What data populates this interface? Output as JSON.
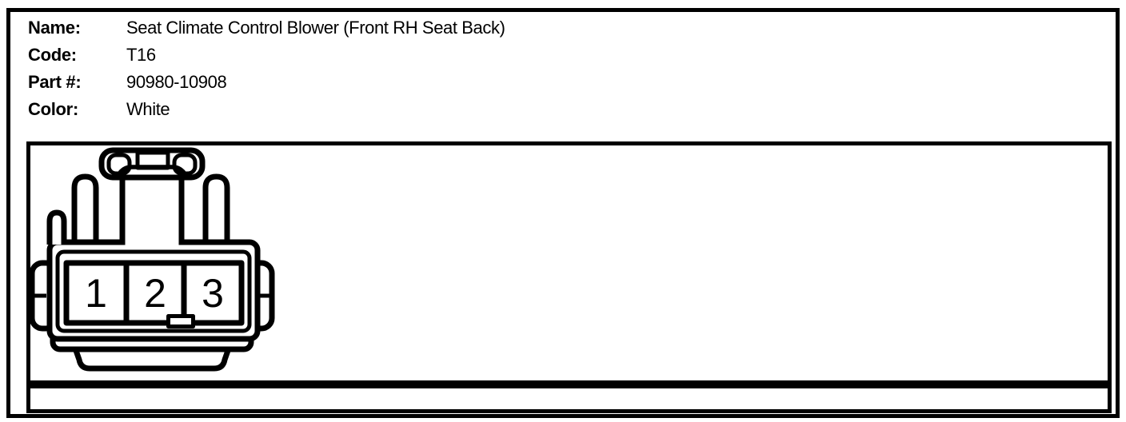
{
  "page": {
    "background": "#ffffff",
    "line_color": "#000000"
  },
  "info": {
    "rows": [
      {
        "label": "Name:",
        "value": "Seat Climate Control Blower (Front RH Seat Back)"
      },
      {
        "label": "Code:",
        "value": "T16"
      },
      {
        "label": "Part #:",
        "value": "90980-10908"
      },
      {
        "label": "Color:",
        "value": "White"
      }
    ]
  },
  "connector": {
    "type": "3-pin connector, front view line drawing",
    "pins": [
      "1",
      "2",
      "3"
    ],
    "line_color": "#000000",
    "fill_color": "#ffffff"
  },
  "bottom_strip": {
    "content": ""
  }
}
